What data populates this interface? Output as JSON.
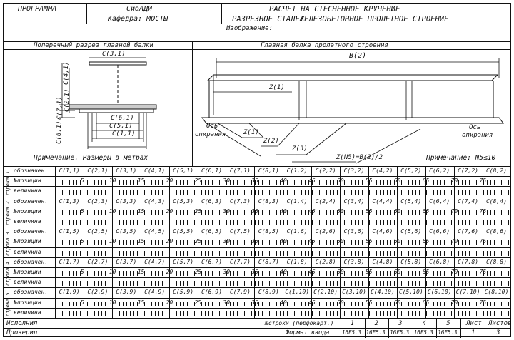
{
  "header": {
    "program_label": "ПРОГРАММА",
    "org": "СибАДИ",
    "department": "Кафедра: МОСТЫ",
    "title": "РАСЧЕТ НА СТЕСНЕННОЕ КРУЧЕНИЕ",
    "subtitle": "РАЗРЕЗНОЕ СТАЛЕЖЕЛЕЗОБЕТОННОЕ ПРОЛЕТНОЕ СТРОЕНИЕ",
    "image_label": "Изображение:"
  },
  "left_panel": {
    "title": "Поперечный разрез главной балки",
    "labels": {
      "c31": "C(3,1)",
      "c41": "C(4,1)",
      "c21": "C(2,1)",
      "c71": "C(7,1)",
      "c61v": "C(6,1)",
      "c61": "C(6,1)",
      "c51": "C(5,1)",
      "c11": "C(1,1)"
    },
    "note": "Примечание. Размеры в метрах"
  },
  "right_panel": {
    "title": "Главная балка пролетного строения",
    "labels": {
      "b2": "B(2)",
      "z1a": "Z(1)",
      "z1b": "Z(1)",
      "z2": "Z(2)",
      "z3": "Z(3)",
      "zn5": "Z(N5)=B(2)/2",
      "support_left": [
        "Ось",
        "опирания"
      ],
      "support_right": [
        "Ось",
        "опирания"
      ]
    },
    "note": "Примечание: N5≤10"
  },
  "table": {
    "row_headers": {
      "designation": "обозначен.",
      "position": "№позиции",
      "value": "величина"
    },
    "side_labels": [
      "строка 1",
      "строка 2",
      "строка 3",
      "строка 4",
      "строка 5"
    ],
    "groups": [
      {
        "designations": [
          "C(1,1)",
          "C(2,1)",
          "C(3,1)",
          "C(4,1)",
          "C(5,1)",
          "C(6,1)",
          "C(7,1)",
          "C(8,1)",
          "C(1,2)",
          "C(2,2)",
          "C(3,2)",
          "C(4,2)",
          "C(5,2)",
          "C(6,2)",
          "C(7,2)",
          "C(8,2)"
        ]
      },
      {
        "designations": [
          "C(1,3)",
          "C(2,3)",
          "C(3,3)",
          "C(4,3)",
          "C(5,3)",
          "C(6,3)",
          "C(7,3)",
          "C(8,3)",
          "C(1,4)",
          "C(2,4)",
          "C(3,4)",
          "C(4,4)",
          "C(5,4)",
          "C(6,4)",
          "C(7,4)",
          "C(8,4)"
        ]
      },
      {
        "designations": [
          "C(1,5)",
          "C(2,5)",
          "C(3,5)",
          "C(4,5)",
          "C(5,5)",
          "C(6,5)",
          "C(7,5)",
          "C(8,5)",
          "C(1,6)",
          "C(2,6)",
          "C(3,6)",
          "C(4,6)",
          "C(5,6)",
          "C(6,6)",
          "C(7,6)",
          "C(8,6)"
        ]
      },
      {
        "designations": [
          "C(1,7)",
          "C(2,7)",
          "C(3,7)",
          "C(4,7)",
          "C(5,7)",
          "C(6,7)",
          "C(7,7)",
          "C(8,7)",
          "C(1,8)",
          "C(2,8)",
          "C(3,8)",
          "C(4,8)",
          "C(5,8)",
          "C(6,8)",
          "C(7,8)",
          "C(8,8)"
        ]
      },
      {
        "designations": [
          "C(1,9)",
          "C(2,9)",
          "C(3,9)",
          "C(4,9)",
          "C(5,9)",
          "C(6,9)",
          "C(7,9)",
          "C(8,9)",
          "C(1,10)",
          "C(2,10)",
          "C(3,10)",
          "C(4,10)",
          "C(5,10)",
          "C(6,10)",
          "C(7,10)",
          "C(8,10)"
        ]
      }
    ],
    "positions": [
      "5",
      "10",
      "15",
      "20",
      "25",
      "30",
      "35",
      "40",
      "45",
      "50",
      "55",
      "60",
      "65",
      "70",
      "75"
    ]
  },
  "footer": {
    "executed": "Исполнил",
    "checked": "Проверил",
    "rows_label": "№строки (перфокарт.)",
    "format_label": "Формат ввода",
    "row_numbers": [
      "1",
      "2",
      "3",
      "4",
      "5"
    ],
    "formats": [
      "16F5.3",
      "16F5.3",
      "16F5.3",
      "16F5.3",
      "16F5.3"
    ],
    "sheet_label": "Лист",
    "sheets_label": "Листов",
    "sheet": "1",
    "sheets": "3"
  }
}
